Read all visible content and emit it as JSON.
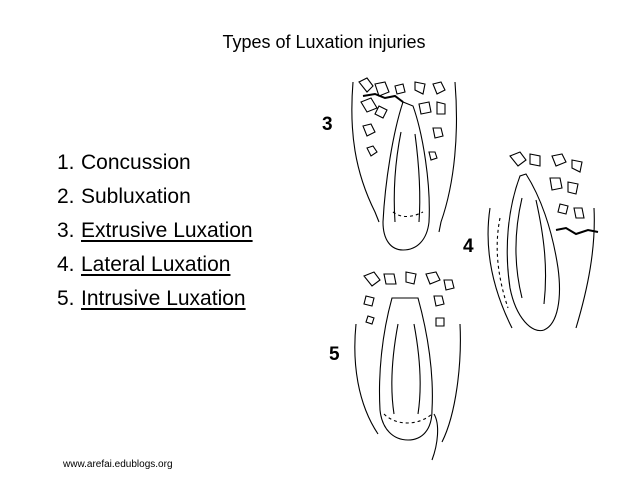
{
  "title": "Types of Luxation injuries",
  "list": [
    {
      "num": "1.",
      "label": "Concussion",
      "underlined": false
    },
    {
      "num": "2.",
      "label": "Subluxation",
      "underlined": false
    },
    {
      "num": "3.",
      "label": "Extrusive Luxation",
      "underlined": true
    },
    {
      "num": "4.",
      "label": "Lateral Luxation",
      "underlined": true
    },
    {
      "num": "5.",
      "label": "Intrusive Luxation",
      "underlined": true
    }
  ],
  "figures": [
    {
      "label": "3"
    },
    {
      "label": "4"
    },
    {
      "label": "5"
    }
  ],
  "footer": "www.arefai.edublogs.org"
}
